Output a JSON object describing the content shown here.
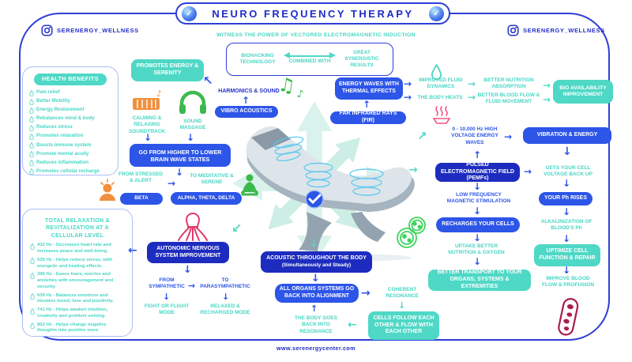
{
  "header": {
    "title": "NEURO FREQUENCY THERAPY",
    "instagram_handle": "SERENERGY_WELLNESS",
    "subtitle": "WITNESS THE POWER OF VECTORED ELECTROMAGNETIC INDUCTION"
  },
  "footer": {
    "website": "www.serenergycenter.com"
  },
  "icons": {
    "logo_check": "✓",
    "music_notes": "♫",
    "music_note": "♪"
  },
  "colors": {
    "accent_blue": "#2d55e8",
    "navy": "#1d2cbe",
    "deep_blue_text": "#2431c9",
    "teal": "#4fd8c6",
    "mint_burst": "#d9f2ec",
    "orange": "#f08f3e",
    "green": "#3cb94d",
    "crimson": "#e23a68",
    "pink": "#ef5784",
    "maroon": "#aa1d4e"
  },
  "biohacking": {
    "left": "BIOHACKING TECHNOLOGY",
    "combined": "COMBINED WITH",
    "right": "GREAT SYNERGISTIC RESULTS"
  },
  "health_benefits": {
    "header": "HEALTH BENEFITS",
    "items": [
      "Pain relief",
      "Better Mobility",
      "Energy Restorement",
      "Rebalances mind & body",
      "Reduces stress",
      "Promotes relaxation",
      "Boosts immune system",
      "Promote mental acuity",
      "Reduces inflammation",
      "Promotes cellular recharge"
    ]
  },
  "cellular_panel": {
    "header": "TOTAL RELAXATION & REVITALIZATION AT A CELLULAR LEVEL",
    "items": [
      "432 Hz - Decreases heart rate and increases peace and well-being.",
      "528 Hz - Helps reduce stress, with energetic and healing effects.",
      "396 Hz - Eases fears, worries and anxieties with encouragement and security.",
      "639 Hz - Balances emotions and elevates mood, love and positivity.",
      "741 Hz - Helps awaken intuition, creativity and problem solving.",
      "852 Hz - Helps change negative thoughts into positive ones."
    ]
  },
  "left_flow": {
    "promotes": "PROMOTES ENERGY & SERENITY",
    "calming": "CALMING & RELAXING SOUNDTRACK",
    "sound_massage": "SOUND MASSAGE",
    "brain_waves": "GO FROM HIGHER TO LOWER BRAIN WAVE STATES",
    "from_stressed": "FROM STRESSED & ALERT",
    "beta": "BETA",
    "to_meditative": "TO MEDITATIVE & SERENE",
    "alpha_theta_delta": "ALPHA, THETA, DELTA"
  },
  "center_flow": {
    "harmonics": "HARMONICS & SOUND",
    "vibro": "VIBRO ACOUSTICS",
    "fir": "FAR INFRARED RAYS (FIR)"
  },
  "thermal_flow": {
    "energy_waves": "ENERGY WAVES WITH THERMAL EFFECTS",
    "improved_fluid": "IMPROVED FLUID DYNAMICS",
    "body_heats": "THE BODY HEATS",
    "nutrition_absorption": "BETTER NUTRITION ABSORPTION",
    "blood_flow": "BETTER BLOOD FLOW & FLUID MOVEMENT",
    "bio_availability": "BIO AVAILABILITY IMPROVEMENT"
  },
  "pemf_flow": {
    "high_voltage": "0 - 10,000 Hz HIGH VOLTAGE ENERGY WAVES",
    "vibration_energy": "VIBRATION & ENERGY",
    "pemf": "PULSED ELECTROMAGNETIC FIELD (PEMFs)",
    "gets_voltage": "GETS YOUR CELL VOLTAGE BACK UP",
    "low_freq": "LOW FREQUENCY MAGNETIC STIMULATION",
    "ph_rises": "YOUR Ph RISES",
    "recharges": "RECHARGES YOUR CELLS",
    "alkalinization": "ALKALINIZATION OF BLOOD'S Ph",
    "uptake": "UPTAKE BETTER NUTRITION & OXYGEN",
    "uptimize": "UPTIMIZE CELL FUNCTION & REPAIR",
    "transport": "BETTER TRANSPORT TO YOUR ORGANS, SYSTEMS & EXTREMITIES",
    "improve_blood": "IMPROVE BLOOD FLOW & PROFUSION"
  },
  "nervous_flow": {
    "autonomic": "AUTONOMIC NERVOUS SYSTEM IMPROVEMENT",
    "from_sympathetic": "FROM SYMPATHETIC",
    "to_parasympathetic": "TO PARASYMPATHETIC",
    "fight": "FIGHT OR FLIGHT MODE",
    "relaxed": "RELAXED & RECHARGED MODE"
  },
  "acoustic_flow": {
    "acoustic": "ACOUSTIC THROUGHOUT THE BODY",
    "acoustic_sub": "(Simultaneously and Steady)",
    "organs": "ALL ORGANS SYSTEMS GO BACK INTO ALIGNMENT",
    "coherent": "COHERENT RESONANCE",
    "body_resonance": "THE BODY GOES BACK INTO RESONANCE",
    "cells_follow": "CELLS FOLLOW EACH OTHER & FLOW WITH EACH OTHER"
  }
}
